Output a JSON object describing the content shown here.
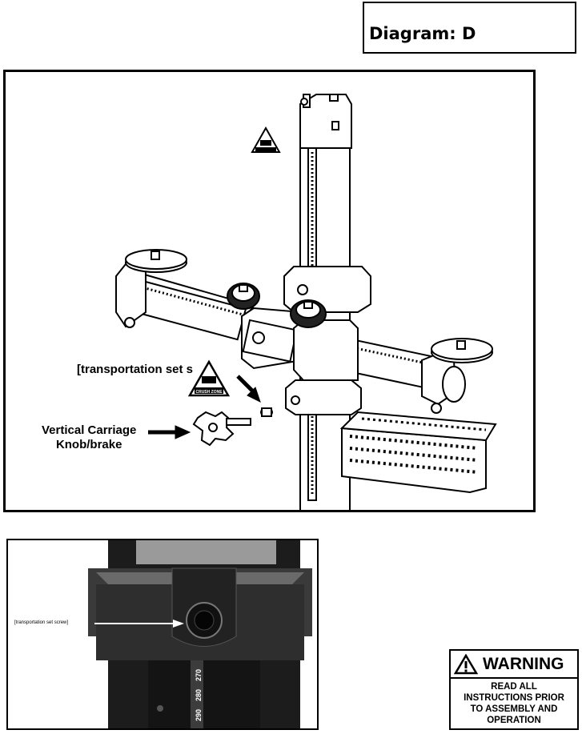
{
  "header": {
    "title": "Diagram: D"
  },
  "diagram": {
    "set_screw_label": "[transportation set s",
    "carriage_label_line1": "Vertical Carriage",
    "carriage_label_line2": "Knob/brake",
    "crush_zone_text": "CRUSH ZONE"
  },
  "photo": {
    "set_screw_label": "[transportation set screw]",
    "scale_labels": [
      "270",
      "280",
      "290"
    ]
  },
  "warning": {
    "title": "WARNING",
    "line1": "READ ALL",
    "line2": "INSTRUCTIONS PRIOR",
    "line3": "TO ASSEMBLY AND",
    "line4": "OPERATION"
  },
  "colors": {
    "ink": "#000000",
    "paper": "#ffffff",
    "photo_dark": "#2a2a2a"
  },
  "icons": [
    "warning-triangle-icon",
    "crush-zone-icon",
    "arrow-icon"
  ]
}
